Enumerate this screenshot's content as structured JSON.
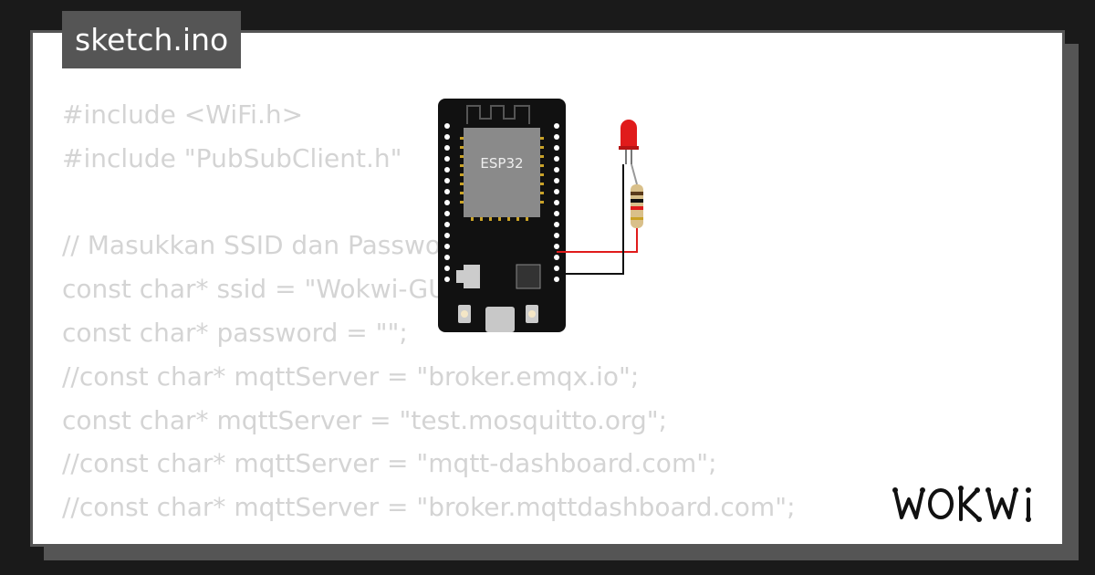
{
  "file": {
    "name": "sketch.ino"
  },
  "code": {
    "lines": [
      "#include <WiFi.h>",
      "#include \"PubSubClient.h\"",
      "",
      "// Masukkan SSID dan Password WiFi",
      "const char* ssid = \"Wokwi-GUEST\";",
      "const char* password = \"\";",
      "//const char* mqttServer = \"broker.emqx.io\";",
      "const char* mqttServer = \"test.mosquitto.org\";",
      "//const char* mqttServer = \"mqtt-dashboard.com\";",
      "//const char* mqttServer = \"broker.mqttdashboard.com\";"
    ]
  },
  "circuit": {
    "board_label": "ESP32",
    "board_color": "#111111",
    "chip_color": "#8a8a8a",
    "led_color": "#e01b1b",
    "wire_red": "#e01b1b",
    "wire_black": "#111111",
    "components": [
      "esp32-board",
      "red-led",
      "resistor"
    ]
  },
  "brand": {
    "logo_text": "WOKWI"
  },
  "colors": {
    "background": "#1a1a1a",
    "card": "#ffffff",
    "accent_gray": "#555555",
    "code_text": "#d4d4d4"
  }
}
